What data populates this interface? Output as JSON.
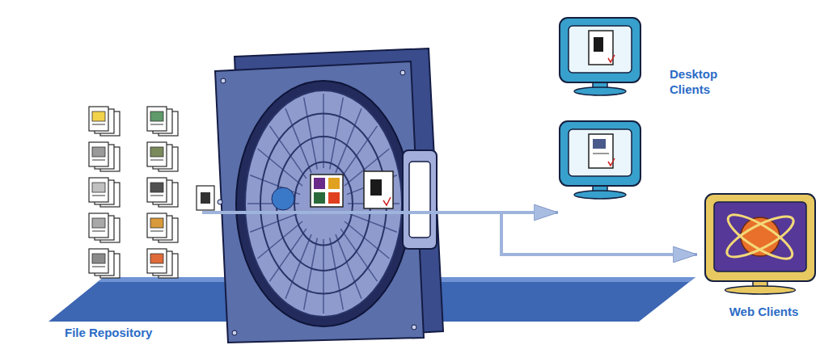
{
  "diagram": {
    "nodes": [
      {
        "text": [
          "File Repository"
        ]
      },
      {
        "text": [
          "Desktop Clients"
        ]
      },
      {
        "text": [
          "Web Clients"
        ]
      }
    ],
    "edges": [
      {
        "from": 0,
        "to": 1,
        "arrow": "to"
      },
      {
        "from": 0,
        "to": 2,
        "arrow": "to"
      }
    ]
  }
}
